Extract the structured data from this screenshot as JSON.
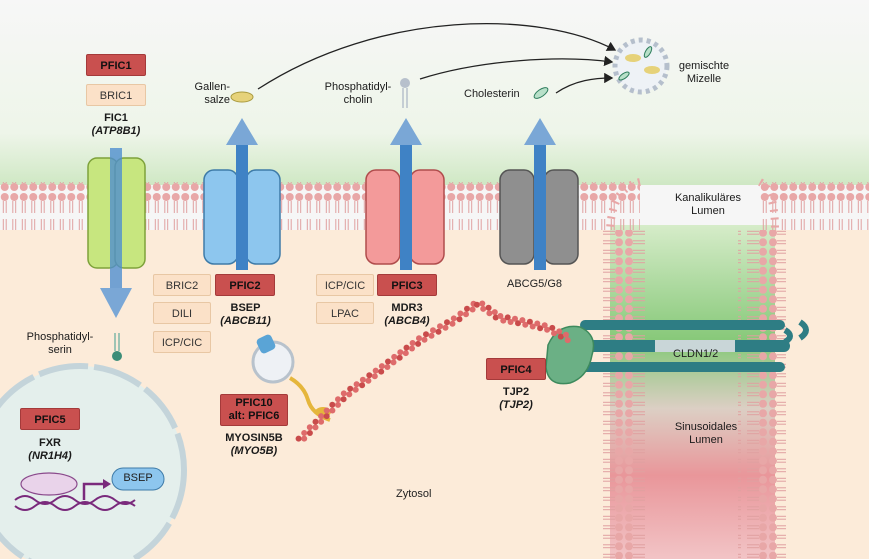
{
  "proteins": {
    "fic1": {
      "disease": "PFIC1",
      "assoc": [
        "BRIC1"
      ],
      "name": "FIC1",
      "gene": "(ATP8B1)"
    },
    "bsep": {
      "disease": "PFIC2",
      "assoc": [
        "BRIC2",
        "DILI",
        "ICP/CIC"
      ],
      "name": "BSEP",
      "gene": "(ABCB11)"
    },
    "mdr3": {
      "disease": "PFIC3",
      "assoc": [
        "ICP/CIC",
        "LPAC"
      ],
      "name": "MDR3",
      "gene": "(ABCB4)"
    },
    "abcg": {
      "name": "ABCG5/G8"
    },
    "myo5b": {
      "disease_line1": "PFIC10",
      "disease_line2": "alt: PFIC6",
      "name": "MYOSIN5B",
      "gene": "(MYO5B)"
    },
    "tjp2": {
      "disease": "PFIC4",
      "name": "TJP2",
      "gene": "(TJP2)"
    },
    "fxr": {
      "disease": "PFIC5",
      "name": "FXR",
      "gene": "(NR1H4)",
      "target": "BSEP"
    }
  },
  "molecules": {
    "bile_salts": [
      "Gallen-",
      "salze"
    ],
    "phosphatidylcholine": [
      "Phosphatidyl-",
      "cholin"
    ],
    "cholesterol": "Cholesterin",
    "micelle": [
      "gemischte",
      "Mizelle"
    ],
    "phosphatidylserine": [
      "Phosphatidyl-",
      "serin"
    ]
  },
  "regions": {
    "canalicular": [
      "Kanalikuläres",
      "Lumen"
    ],
    "sinusoidal": [
      "Sinusoidales",
      "Lumen"
    ],
    "cytosol": "Zytosol",
    "claudin": "CLDN1/2"
  },
  "colors": {
    "pfic_box": "#c9504f",
    "assoc_box": "#fbe1c8",
    "cytosol": "#fcebd9",
    "canalicular_green": "#7bc26e",
    "sinusoidal_red": "#e0686f",
    "arrow_blue": "#7aa7d6",
    "fic1_green": "#c7e67f",
    "bsep_blue": "#8dc6ee",
    "mdr3_red": "#f39a9a",
    "abcg_gray": "#8f8f8f",
    "tjp_teal": "#2e7d84"
  }
}
